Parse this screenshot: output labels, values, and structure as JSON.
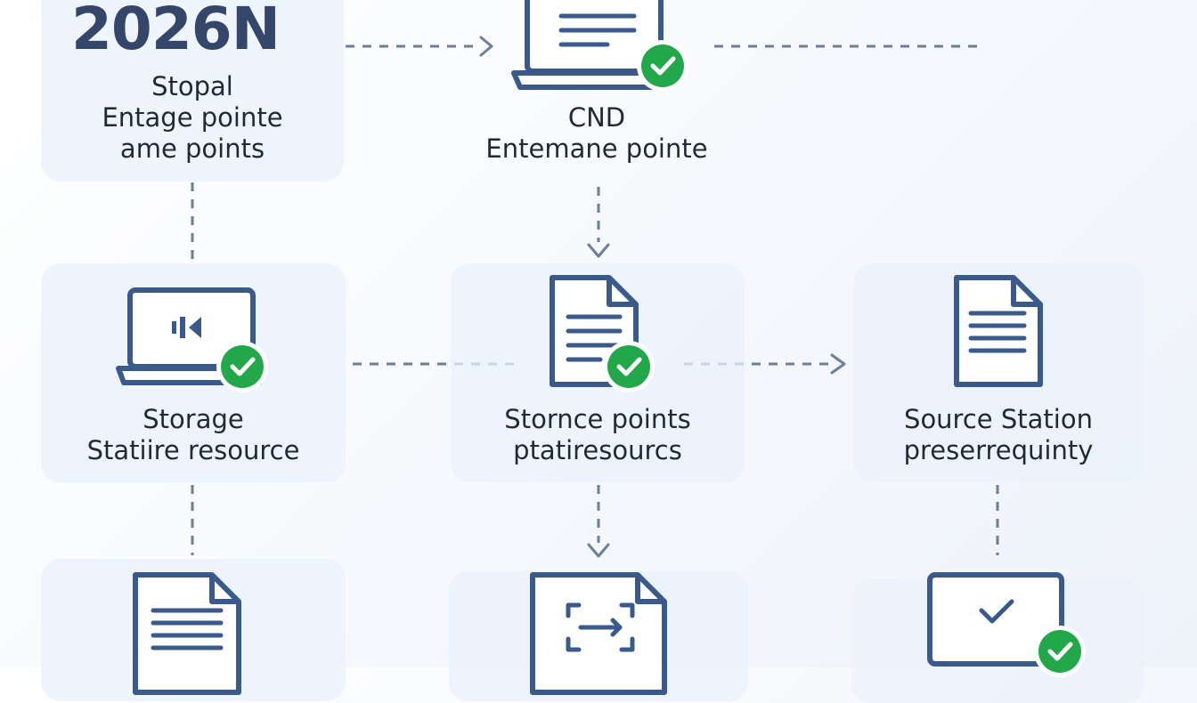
{
  "header": {
    "title": "2026N"
  },
  "nodes": [
    {
      "id": "stopal",
      "lines": [
        "Stopal",
        "Entage pointe",
        "ame points"
      ],
      "icon": "none"
    },
    {
      "id": "cnd",
      "lines": [
        "CND",
        "Entemane pointe"
      ],
      "icon": "laptop-doc-check-icon"
    },
    {
      "id": "storage",
      "lines": [
        "Storage",
        "Statiire resource"
      ],
      "icon": "laptop-audio-check-icon"
    },
    {
      "id": "storncepoints",
      "lines": [
        "Stornce points",
        "ptatiresourcs"
      ],
      "icon": "document-check-icon"
    },
    {
      "id": "sourcestation",
      "lines": [
        "Source Station",
        "preserrequinty"
      ],
      "icon": "document-icon"
    },
    {
      "id": "bottom-left",
      "lines": [],
      "icon": "document-icon"
    },
    {
      "id": "bottom-center",
      "lines": [],
      "icon": "document-scan-icon"
    },
    {
      "id": "bottom-right",
      "lines": [],
      "icon": "monitor-check-icon"
    }
  ],
  "colors": {
    "icon": "#3a5a8c",
    "check": "#22a84a",
    "connector": "#6b7f99",
    "card": "#e9f1fc"
  }
}
